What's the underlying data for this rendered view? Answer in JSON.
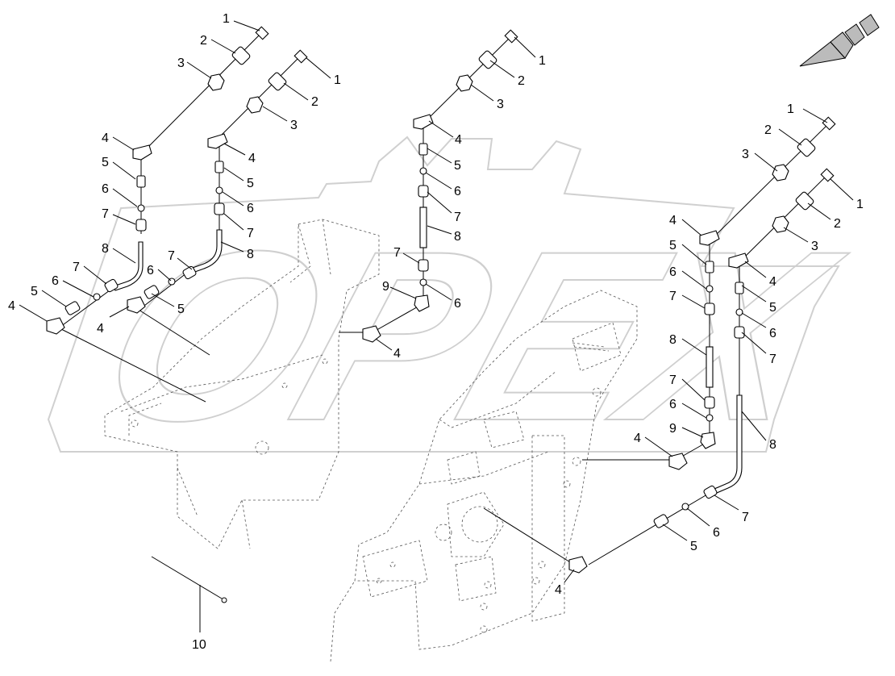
{
  "watermark": {
    "text": "OPEX"
  },
  "callouts": {
    "c1": "1",
    "c2": "2",
    "c3": "3",
    "c4": "4",
    "c5": "5",
    "c6": "6",
    "c7": "7",
    "c8": "8",
    "c9": "9",
    "c10": "10"
  },
  "colors": {
    "line": "#000000",
    "watermark_stroke": "#d0d0d0",
    "arrow_fill": "#b8b8b8"
  },
  "icons": {
    "direction": "front-direction-arrow-icon"
  }
}
